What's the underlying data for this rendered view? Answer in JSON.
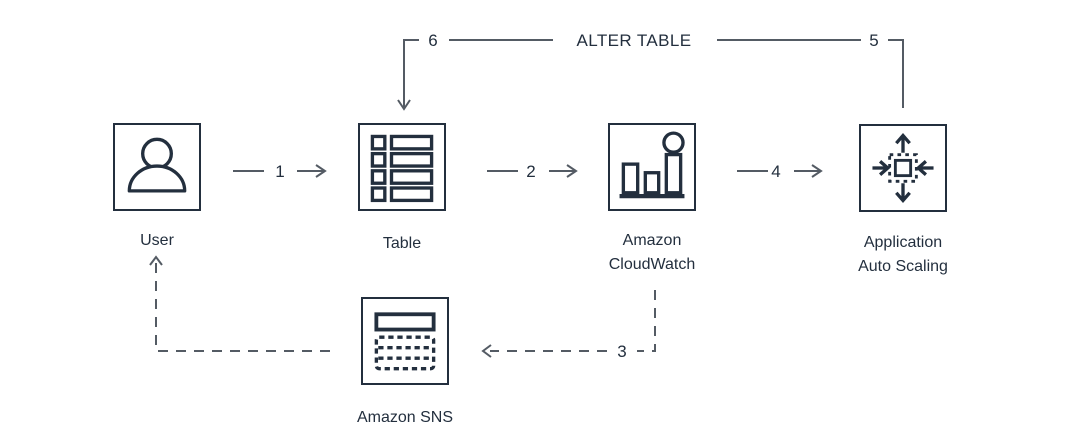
{
  "diagram": {
    "background": "#ffffff",
    "colors": {
      "node": "#232F3E",
      "connector": "#545B64"
    },
    "nodes": {
      "user": {
        "label": "User",
        "icon": "user-icon"
      },
      "table": {
        "label": "Table",
        "icon": "table-icon"
      },
      "cloudwatch": {
        "label_line1": "Amazon",
        "label_line2": "CloudWatch",
        "icon": "cloudwatch-icon"
      },
      "autoscaling": {
        "label_line1": "Application",
        "label_line2": "Auto Scaling",
        "icon": "auto-scaling-icon"
      },
      "sns": {
        "label": "Amazon SNS",
        "icon": "sns-icon"
      }
    },
    "edges": {
      "user_to_table": {
        "label": "1",
        "from": "user",
        "to": "table",
        "style": "solid"
      },
      "table_to_cloudwatch": {
        "label": "2",
        "from": "table",
        "to": "cloudwatch",
        "style": "solid"
      },
      "cloudwatch_to_sns": {
        "label": "3",
        "from": "cloudwatch",
        "to": "sns",
        "style": "dashed"
      },
      "cloudwatch_to_autoscaling": {
        "label": "4",
        "from": "cloudwatch",
        "to": "autoscaling",
        "style": "solid"
      },
      "autoscaling_to_alter": {
        "label": "5",
        "from": "autoscaling",
        "to": "alter-table",
        "style": "solid"
      },
      "alter_to_table": {
        "label": "6",
        "from": "alter-table",
        "to": "table",
        "style": "solid"
      },
      "sns_to_user": {
        "label": "",
        "from": "sns",
        "to": "user",
        "style": "dashed"
      }
    },
    "annotations": {
      "alter_table": "ALTER TABLE"
    }
  }
}
